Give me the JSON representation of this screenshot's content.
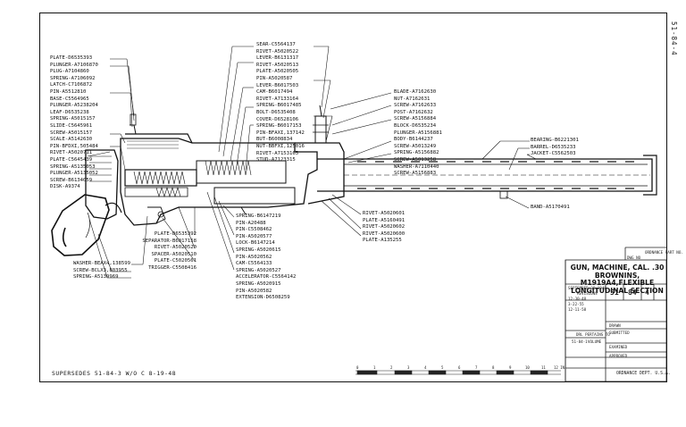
{
  "drawing": {
    "side_number": "51-84-4",
    "supersedes": "SUPERSEDES 51-84-3  W/O C 8-19-48",
    "title_lines": [
      "GUN, MACHINE, CAL. .30",
      "BROWNINS, M1919A4,FLEXIBLE",
      "LONGITUDINAL SECTION"
    ],
    "sheet_numbers": [
      "51",
      "84",
      "4"
    ],
    "ordnance": "ORDNANCE DEPT. U.S.A.",
    "scale_ticks": [
      "0",
      "1",
      "2",
      "3",
      "4",
      "5",
      "6",
      "7",
      "8",
      "9",
      "10",
      "11",
      "12 IN"
    ]
  },
  "labels_left_top": [
    "PLATE-D6535393",
    "PLUNGER-A7106870",
    "PLUG-A7104860",
    "SPRING-A7106092",
    "LATCH-C7106872",
    "PIN-A5512810",
    "BASE-C5564965",
    "PLUNGER-A5238204",
    "LEAF-D6535238",
    "SPRING-A5015157",
    "SLIDE-C5645961",
    "SCREW-A5015157",
    "SCALE-A5142630",
    "PIN-BFDXI,505484",
    "RIVET-A5020711",
    "PLATE-C5645439",
    "SPRING-A5135053",
    "PLUNGER-A5135052",
    "SCREW-B6134059",
    "DISK-A9374"
  ],
  "labels_center_top": [
    "SEAR-C5564137",
    "RIVET-A5020522",
    "LEVER-B6131317",
    "RIVET-A5020513",
    "PLATE-A5020505",
    "PIN-A5020587",
    "LEVER-B6017503",
    "CAM-B6017494",
    "RIVET-A7133164",
    "SPRING-B6017485",
    "BOLT-D6535408",
    "COVER-D6528106",
    "SPRING-B6017153",
    "PIN-BFAXI,137142",
    "BUT-B6008834",
    "NUT-BBFXI,125016",
    "RIVET-A7153165",
    "STUD-A7123315"
  ],
  "labels_right_top": [
    "BLADE-A7162630",
    "NUT-A7162631",
    "SCREW-A7162633",
    "POST-A7162632",
    "SCREW-A5156884",
    "BLOCK-D6535234",
    "PLUNGER-A5156881",
    "BODY-B6144237",
    "SCREW-A5013249",
    "SPRING-A5156882",
    "SCREW-A5013258",
    "WASHER-A7110440",
    "SCREW-A5156883"
  ],
  "labels_barrel": [
    "BEARING-B6221301",
    "BARREL-D6535233",
    "JACKET-C5562503"
  ],
  "label_band": "BAND-A5170491",
  "labels_center_bottom": [
    "SPRING-B6147219",
    "PIN-A20488",
    "PIN-C5508462",
    "PIN-A5020577",
    "LOCK-B6147214",
    "SPRING-A5020615",
    "PIN-A5020562",
    "CAM-C5564133",
    "SPRING-A5020527",
    "ACCELERATOR-C5564142",
    "SPRING-A5020915",
    "PIN-A5020582",
    "EXTENSION-D6508259"
  ],
  "labels_rivet_bottom": [
    "RIVET-A5020601",
    "PLATE-A5160491",
    "RIVET-A5020602",
    "RIVET-A5020600",
    "PLATE-A135255"
  ],
  "labels_left_bottom": [
    "PLATE-D6535392",
    "SEPARATOR-B6017158",
    "RIVET-A5020520",
    "SPACER-A5020510",
    "PLATE-C5020561",
    "TRIGGER-C5508416"
  ],
  "labels_grip": [
    "WASHER-BEAX4,138599",
    "SCREW-BCLX3,803955",
    "SPRING-A5139969"
  ],
  "title_block": {
    "september": "SEPTEMBER 30,1948",
    "revisions": "REVISIONS",
    "ref_codes": [
      "12-30-48",
      "3-22-55",
      "12-11-58"
    ],
    "drl_pertains": "DRL PERTAINS TO",
    "drl_values": [
      "51-84-1",
      "VOLUME"
    ],
    "examined": "EXAMINED",
    "approved": "APPROVED",
    "submitted": "SUBMITTED",
    "drawn": "DRAWN",
    "ordnance_part_no": "ORDNANCE PART NO.",
    "dwg_no": "DWG NO"
  }
}
